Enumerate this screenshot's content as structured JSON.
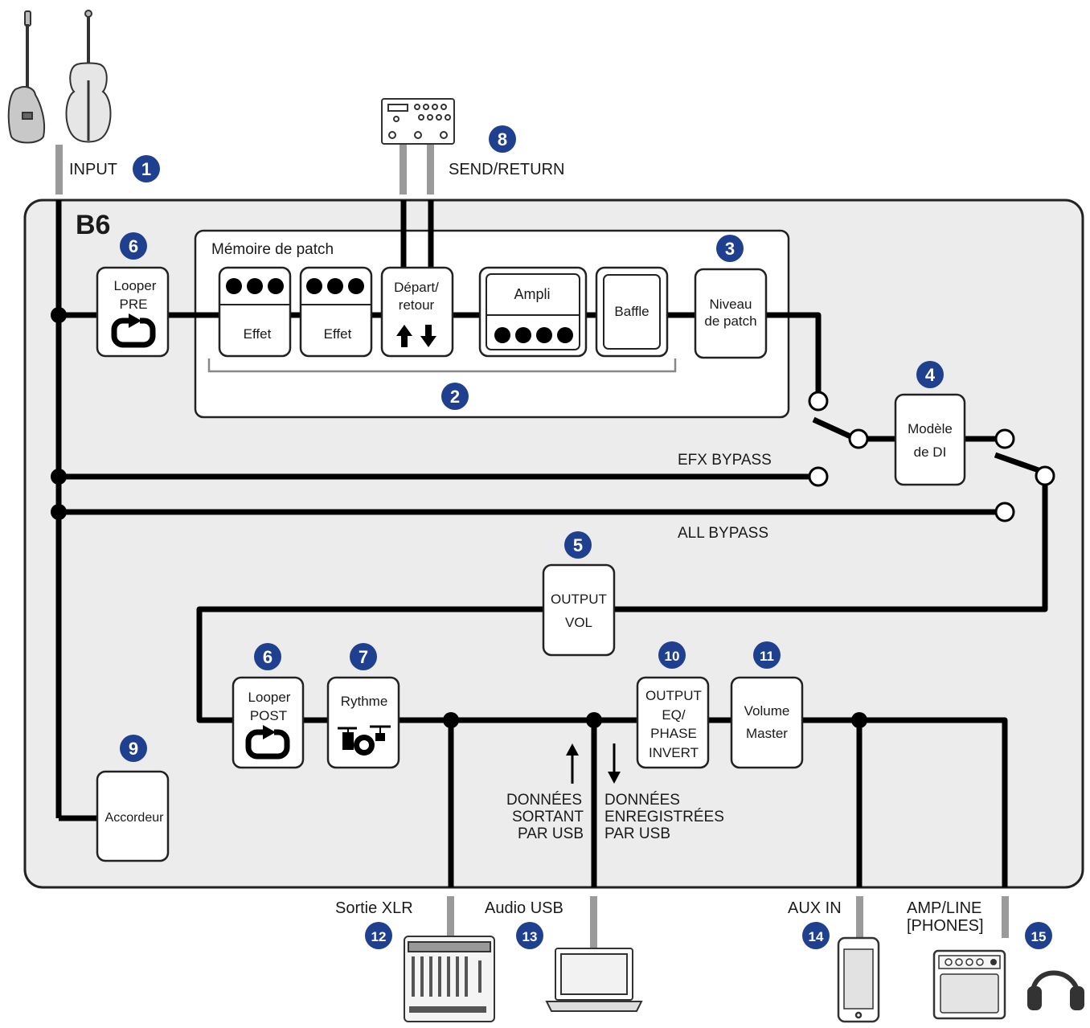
{
  "device_name": "B6",
  "badges": [
    "1",
    "2",
    "3",
    "4",
    "5",
    "6",
    "7",
    "8",
    "9",
    "10",
    "11",
    "12",
    "13",
    "14",
    "15"
  ],
  "labels": {
    "input": "INPUT",
    "send_return": "SEND/RETURN",
    "patch_memory": "Mémoire de patch",
    "looper_pre_1": "Looper",
    "looper_pre_2": "PRE",
    "effect": "Effet",
    "send_return_block_1": "Départ/",
    "send_return_block_2": "retour",
    "amp": "Ampli",
    "cab": "Baffle",
    "patch_level_1": "Niveau",
    "patch_level_2": "de patch",
    "di_model_1": "Modèle",
    "di_model_2": "de DI",
    "efx_bypass": "EFX BYPASS",
    "all_bypass": "ALL BYPASS",
    "output_vol_1": "OUTPUT",
    "output_vol_2": "VOL",
    "looper_post_1": "Looper",
    "looper_post_2": "POST",
    "rhythm": "Rythme",
    "output_eq_1": "OUTPUT",
    "output_eq_2": "EQ/",
    "output_eq_3": "PHASE",
    "output_eq_4": "INVERT",
    "master_volume_1": "Volume",
    "master_volume_2": "Master",
    "tuner": "Accordeur",
    "usb_out_1": "DONNÉES",
    "usb_out_2": "SORTANT",
    "usb_out_3": "PAR USB",
    "usb_rec_1": "DONNÉES",
    "usb_rec_2": "ENREGISTRÉES",
    "usb_rec_3": "PAR USB",
    "xlr_out": "Sortie XLR",
    "usb_audio": "Audio USB",
    "aux_in": "AUX IN",
    "amp_line_1": "AMP/LINE",
    "amp_line_2": "[PHONES]"
  },
  "colors": {
    "badge": "#1f3f8f",
    "signal_line": "#000000",
    "panel": "#ececec",
    "jack": "#9a9a9a"
  }
}
